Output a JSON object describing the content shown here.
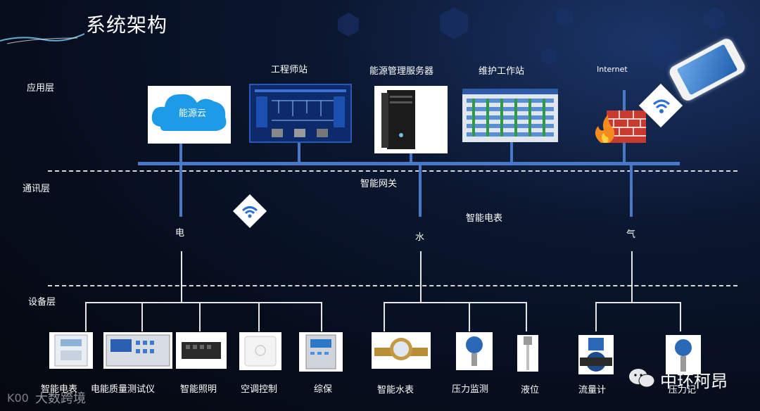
{
  "title": "系统架构",
  "layers": {
    "app": "应用层",
    "comm": "通讯层",
    "device": "设备层"
  },
  "app_nodes": {
    "cloud": "能源云",
    "engineer": "工程师站",
    "server": "能源管理服务器",
    "maint": "维护工作站",
    "internet": "Internet"
  },
  "comm": {
    "gateway": "智能网关",
    "meter": "智能电表"
  },
  "branches": {
    "power": "电",
    "water": "水",
    "gas": "气"
  },
  "devices": {
    "power": [
      "智能电表",
      "电能质量测试仪",
      "智能照明",
      "空调控制",
      "综保"
    ],
    "water": [
      "智能水表",
      "压力监测",
      "液位"
    ],
    "gas": [
      "流量计",
      "压力记"
    ]
  },
  "watermark_left": "大数跨境",
  "watermark_right": "中环柯昂",
  "colors": {
    "bus": "#4a78c8",
    "background": "#060d1c"
  }
}
